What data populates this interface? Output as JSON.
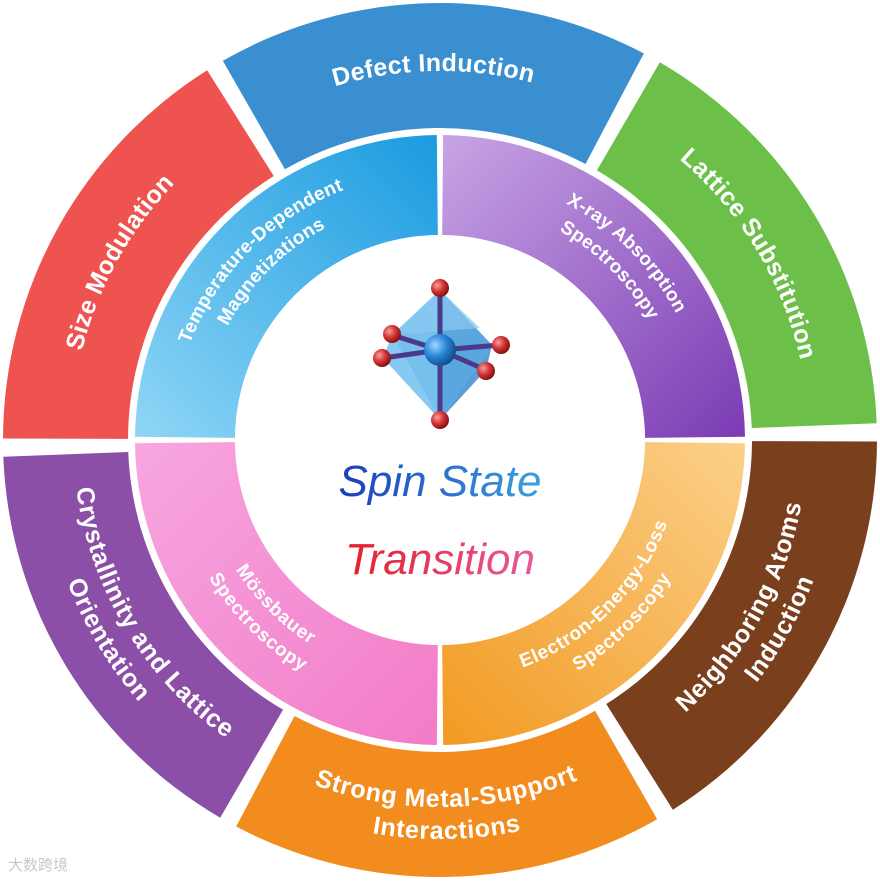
{
  "center": {
    "line1": "Spin State",
    "line2": "Transition"
  },
  "outer_ring": [
    {
      "label": "Defect Induction",
      "color": "#3a8fd0"
    },
    {
      "label": "Lattice Substitution",
      "color": "#6cc04a"
    },
    {
      "label": "Neighboring Atoms Induction",
      "color": "#7a3f1c"
    },
    {
      "label": "Strong Metal-Support Interactions",
      "color": "#f28c1e"
    },
    {
      "label": "Crystallinity and Lattice Orientation",
      "color": "#8b4fa8"
    },
    {
      "label": "Size Modulation",
      "color": "#ef5350"
    }
  ],
  "inner_ring": [
    {
      "label": "Temperature-Dependent Magnetizations",
      "color": "#2ea7e6"
    },
    {
      "label": "X-ray Absorption Spectroscopy",
      "color": "#9a62c8"
    },
    {
      "label": "Electron-Energy-Loss Spectroscopy",
      "color": "#f7a93b"
    },
    {
      "label": "Mössbauer Spectroscopy",
      "color": "#f27cc7"
    }
  ],
  "watermark": "大数跨境",
  "colors": {
    "spin_blue": "#1f4fc0",
    "transition_red": "#e0202e",
    "octahedron": "#4aa3e0",
    "atom_red": "#d23030",
    "atom_blue": "#1e7fd0"
  }
}
